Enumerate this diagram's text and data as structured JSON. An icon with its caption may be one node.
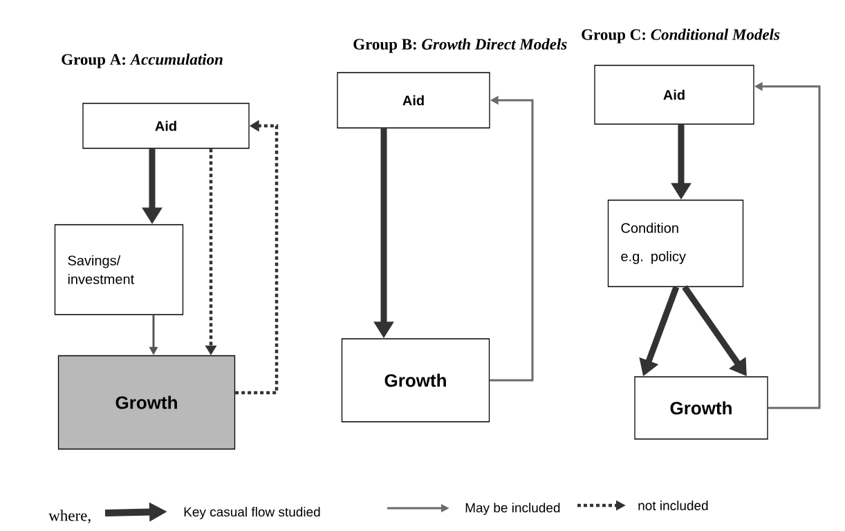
{
  "diagram": {
    "nodes": [
      {
        "text": [
          "Aid"
        ]
      },
      {
        "text": [
          "Savings/ investment"
        ]
      },
      {
        "text": [
          "Growth"
        ]
      },
      {
        "text": [
          "Aid"
        ]
      },
      {
        "text": [
          "Growth"
        ]
      },
      {
        "text": [
          "Aid"
        ]
      },
      {
        "text": [
          "Condition",
          "e.g. policy"
        ]
      },
      {
        "text": [
          "Growth"
        ]
      }
    ],
    "edges": [
      {
        "from": 0,
        "to": 1,
        "arrow": "to",
        "style": "thick"
      },
      {
        "from": 1,
        "to": 2,
        "arrow": "to",
        "color": "#555555"
      },
      {
        "from": 0,
        "to": 2,
        "arrow": "to",
        "style": "dashed"
      },
      {
        "from": 2,
        "to": 0,
        "arrow": "to",
        "style": "dashed"
      },
      {
        "from": 3,
        "to": 4,
        "arrow": "to",
        "style": "thick"
      },
      {
        "from": 4,
        "to": 3,
        "arrow": "to",
        "color": "#6a6a6a"
      },
      {
        "from": 5,
        "to": 6,
        "arrow": "to",
        "style": "thick"
      },
      {
        "from": 6,
        "to": 7,
        "arrow": "to",
        "style": "thick"
      },
      {
        "from": 6,
        "to": 7,
        "arrow": "to",
        "style": "thick"
      },
      {
        "from": 7,
        "to": 5,
        "arrow": "to",
        "color": "#6a6a6a"
      }
    ],
    "labels": [
      "Group A: *Accumulation*",
      "Group B: *Growth Direct Models*",
      "Group C: *Conditional Models*",
      "where,"
    ],
    "legend": [
      {
        "text": "Key casual flow studied"
      },
      {
        "text": "May be included"
      },
      {
        "text": "not included"
      }
    ]
  }
}
